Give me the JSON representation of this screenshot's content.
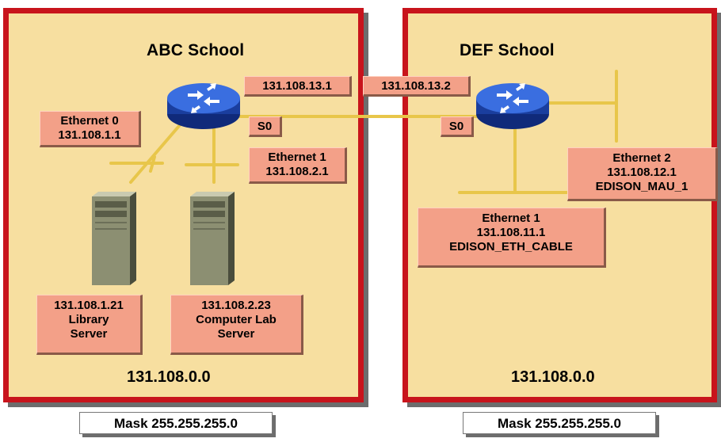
{
  "schools": {
    "abc": {
      "title": "ABC School",
      "network": "131.108.0.0",
      "mask": "Mask 255.255.255.0",
      "router_serial": "S0",
      "serial_ip": "131.108.13.1",
      "eth0": {
        "line1": "Ethernet 0",
        "line2": "131.108.1.1"
      },
      "eth1": {
        "line1": "Ethernet 1",
        "line2": "131.108.2.1"
      },
      "library_server": {
        "line1": "131.108.1.21",
        "line2": "Library",
        "line3": "Server"
      },
      "lab_server": {
        "line1": "131.108.2.23",
        "line2": "Computer Lab",
        "line3": "Server"
      }
    },
    "def": {
      "title": "DEF School",
      "network": "131.108.0.0",
      "mask": "Mask 255.255.255.0",
      "router_serial": "S0",
      "serial_ip": "131.108.13.2",
      "eth1": {
        "line1": "Ethernet 1",
        "line2": "131.108.11.1",
        "line3": "EDISON_ETH_CABLE"
      },
      "eth2": {
        "line1": "Ethernet 2",
        "line2": "131.108.12.1",
        "line3": "EDISON_MAU_1"
      }
    }
  },
  "colors": {
    "panel": "#f7dfa0",
    "panel_border": "#c8141c",
    "label": "#f3a088",
    "cable": "#e8c64a",
    "router": "#2050c0"
  },
  "icons": {
    "router": "router-icon",
    "server": "server-icon"
  }
}
